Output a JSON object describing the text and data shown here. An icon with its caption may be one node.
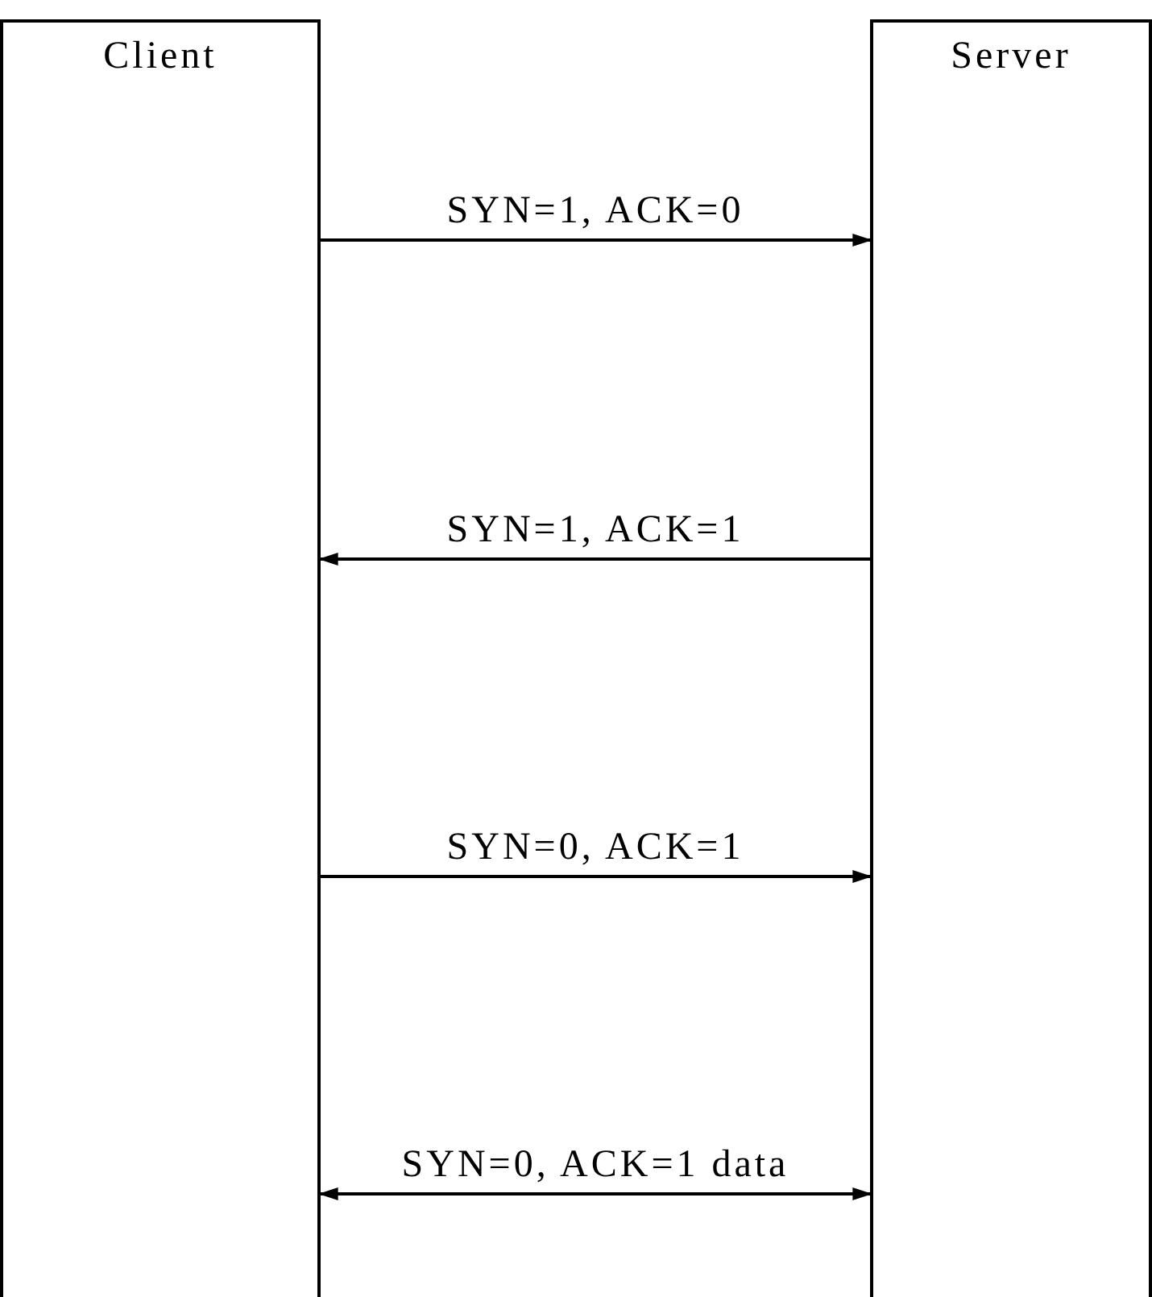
{
  "diagram": {
    "nodes": [
      {
        "text": [
          "Client"
        ]
      },
      {
        "text": [
          "Server"
        ]
      }
    ],
    "edges": [
      {
        "from": 0,
        "to": 1,
        "arrow": "to",
        "label": "SYN=1, ACK=0"
      },
      {
        "from": 1,
        "to": 0,
        "arrow": "to",
        "label": "SYN=1, ACK=1"
      },
      {
        "from": 0,
        "to": 1,
        "arrow": "to",
        "label": "SYN=0, ACK=1"
      },
      {
        "from": 0,
        "to": 1,
        "arrow": "both",
        "label": "SYN=0, ACK=1 data"
      }
    ]
  }
}
